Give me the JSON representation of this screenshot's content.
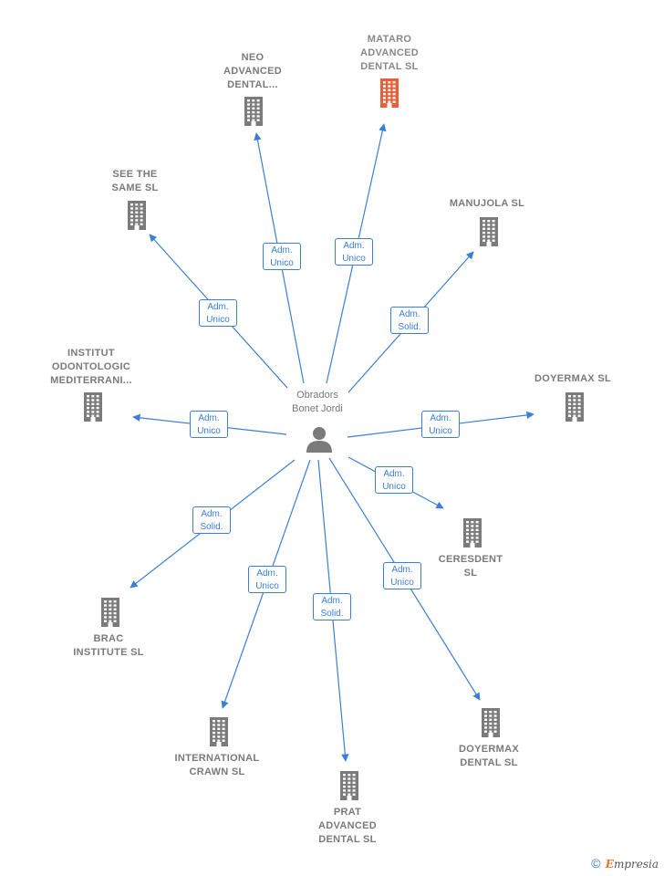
{
  "center": {
    "name_lines": [
      "Obradors",
      "Bonet Jordi"
    ],
    "icon": "person-icon"
  },
  "colors": {
    "edge": "#3a7fd5",
    "building": "#7b7b7b",
    "building_highlight": "#e8603a"
  },
  "companies": [
    {
      "id": "neo-advanced-dental",
      "lines": [
        "NEO",
        "ADVANCED",
        "DENTAL..."
      ],
      "relation": [
        "Adm.",
        "Unico"
      ],
      "highlight": false
    },
    {
      "id": "mataro-advanced-dental",
      "lines": [
        "MATARO",
        "ADVANCED",
        "DENTAL  SL"
      ],
      "relation": [
        "Adm.",
        "Unico"
      ],
      "highlight": true
    },
    {
      "id": "see-the-same",
      "lines": [
        "SEE THE",
        "SAME SL"
      ],
      "relation": [
        "Adm.",
        "Unico"
      ],
      "highlight": false
    },
    {
      "id": "manujola",
      "lines": [
        "MANUJOLA  SL"
      ],
      "relation": [
        "Adm.",
        "Solid."
      ],
      "highlight": false
    },
    {
      "id": "institut-odontologic",
      "lines": [
        "INSTITUT",
        "ODONTOLOGIC",
        "MEDITERRANI..."
      ],
      "relation": [
        "Adm.",
        "Unico"
      ],
      "highlight": false
    },
    {
      "id": "doyermax",
      "lines": [
        "DOYERMAX  SL"
      ],
      "relation": [
        "Adm.",
        "Unico"
      ],
      "highlight": false
    },
    {
      "id": "ceresdent",
      "lines": [
        "CERESDENT",
        "SL"
      ],
      "relation": [
        "Adm.",
        "Unico"
      ],
      "highlight": false
    },
    {
      "id": "brac-institute",
      "lines": [
        "BRAC",
        "INSTITUTE  SL"
      ],
      "relation": [
        "Adm.",
        "Solid."
      ],
      "highlight": false
    },
    {
      "id": "international-crawn",
      "lines": [
        "INTERNATIONAL",
        "CRAWN  SL"
      ],
      "relation": [
        "Adm.",
        "Unico"
      ],
      "highlight": false
    },
    {
      "id": "prat-advanced-dental",
      "lines": [
        "PRAT",
        "ADVANCED",
        "DENTAL  SL"
      ],
      "relation": [
        "Adm.",
        "Solid."
      ],
      "highlight": false
    },
    {
      "id": "doyermax-dental",
      "lines": [
        "DOYERMAX",
        "DENTAL  SL"
      ],
      "relation": [
        "Adm.",
        "Unico"
      ],
      "highlight": false
    }
  ],
  "credit": {
    "symbol": "©",
    "brand_initial": "E",
    "brand_rest": "mpresia"
  }
}
